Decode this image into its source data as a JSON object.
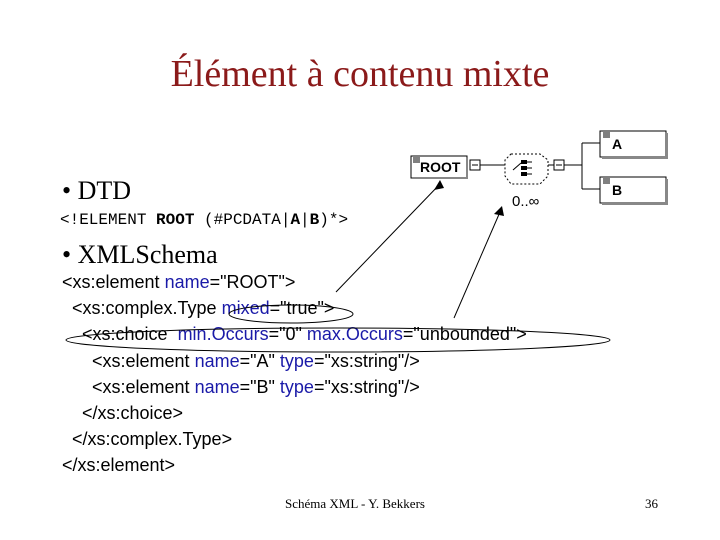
{
  "slide": {
    "title": "Élément à contenu mixte",
    "bullet1": "• DTD",
    "dtd_pre": "<!ELEMENT ",
    "dtd_root": "ROOT",
    "dtd_mid": " (#PCDATA|",
    "dtd_a": "A",
    "dtd_sep": "|",
    "dtd_b": "B",
    "dtd_post": ")*>",
    "bullet2": "• XMLSchema",
    "footer_left": "Schéma XML - Y. Bekkers",
    "page_number": "36"
  },
  "code_lines": [
    [
      {
        "t": "<xs:element ",
        "c": "kw"
      },
      {
        "t": "name",
        "c": "attr"
      },
      {
        "t": "=\"ROOT\">",
        "c": "kw"
      }
    ],
    [
      {
        "t": "  <xs:complex.Type ",
        "c": "kw"
      },
      {
        "t": "mixed",
        "c": "attr"
      },
      {
        "t": "=\"true\">",
        "c": "kw"
      }
    ],
    [
      {
        "t": "    <xs:choice  ",
        "c": "kw"
      },
      {
        "t": "min.Occurs",
        "c": "attr"
      },
      {
        "t": "=\"0\" ",
        "c": "kw"
      },
      {
        "t": "max.Occurs",
        "c": "attr"
      },
      {
        "t": "=\"unbounded\">",
        "c": "kw"
      }
    ],
    [
      {
        "t": "      <xs:element ",
        "c": "kw"
      },
      {
        "t": "name",
        "c": "attr"
      },
      {
        "t": "=\"A\" ",
        "c": "kw"
      },
      {
        "t": "type",
        "c": "attr"
      },
      {
        "t": "=\"xs:string\"/>",
        "c": "kw"
      }
    ],
    [
      {
        "t": "      <xs:element ",
        "c": "kw"
      },
      {
        "t": "name",
        "c": "attr"
      },
      {
        "t": "=\"B\" ",
        "c": "kw"
      },
      {
        "t": "type",
        "c": "attr"
      },
      {
        "t": "=\"xs:string\"/>",
        "c": "kw"
      }
    ],
    [
      {
        "t": "    </xs:choice>",
        "c": "kw"
      }
    ],
    [
      {
        "t": "  </xs:complex.Type>",
        "c": "kw"
      }
    ],
    [
      {
        "t": "</xs:element>",
        "c": "kw"
      }
    ]
  ],
  "diagram": {
    "root_label": "ROOT",
    "a_label": "A",
    "b_label": "B",
    "occurs_label": "0..∞"
  }
}
